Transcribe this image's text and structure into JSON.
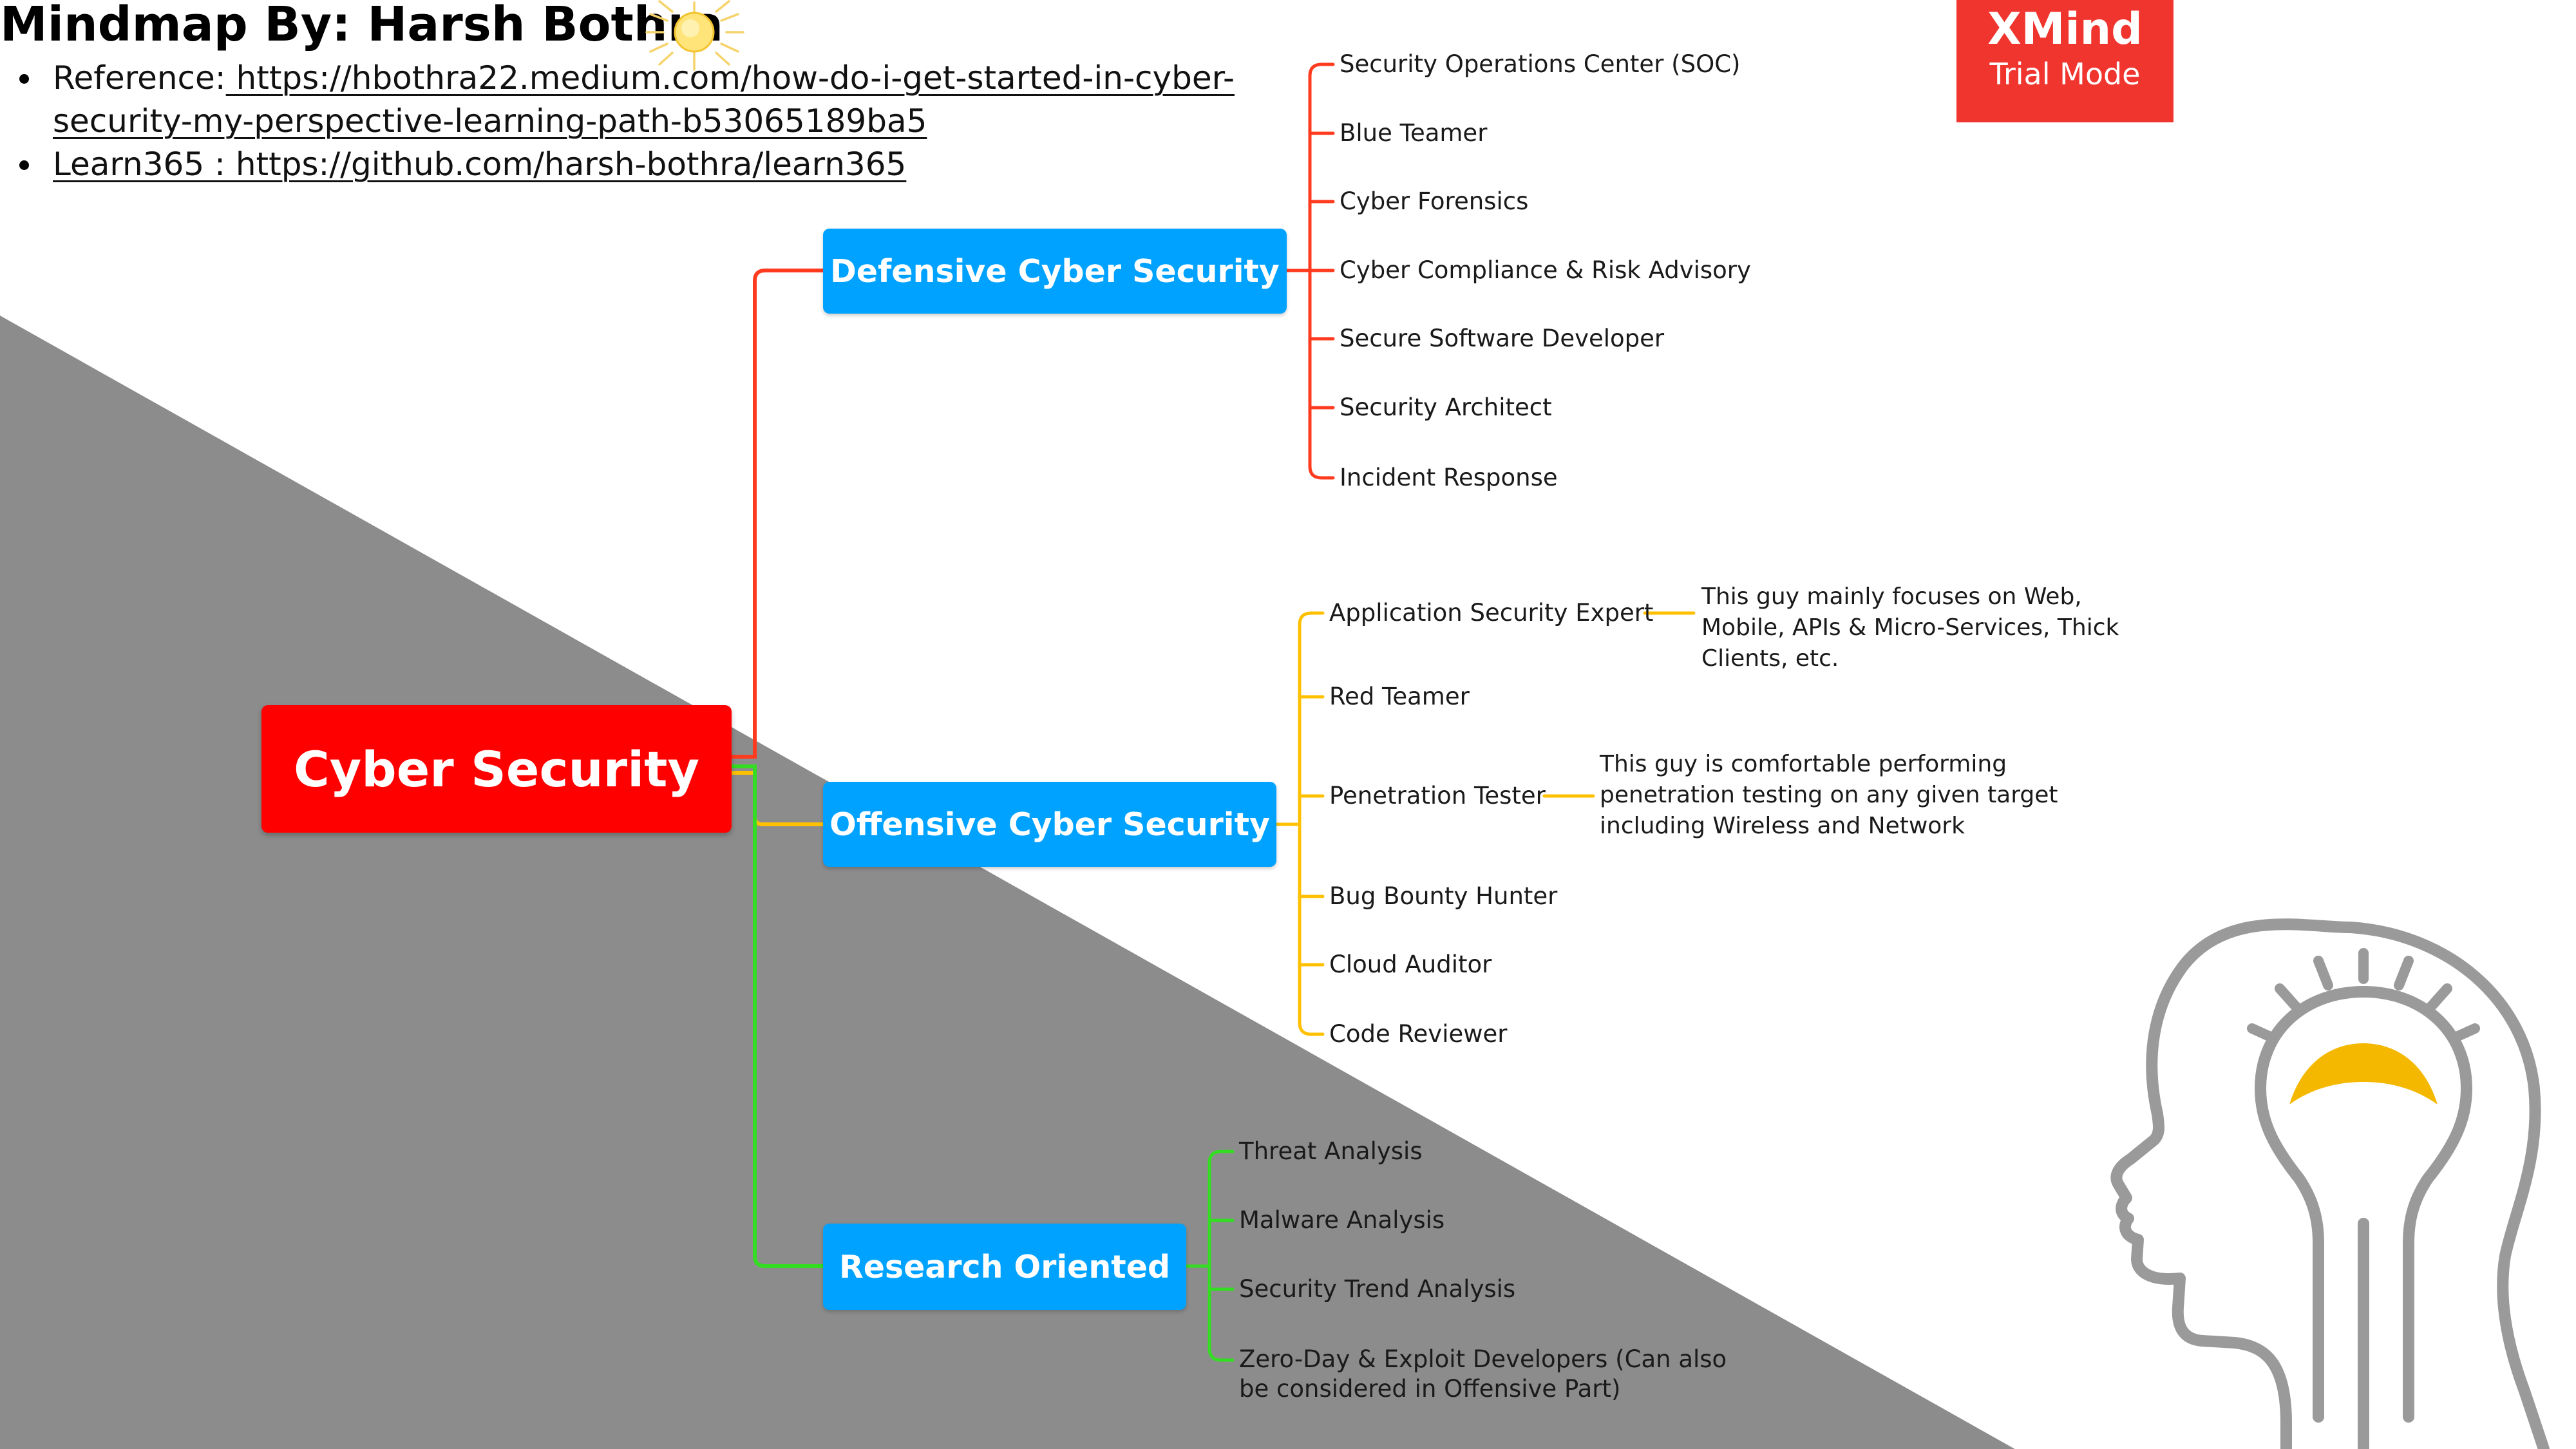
{
  "header": {
    "title": "Mindmap By: Harsh Bothra",
    "references": [
      {
        "label": "Reference:",
        "link": " https://hbothra22.medium.com/how-do-i-get-started-in-cyber-security-my-perspective-learning-path-b53065189ba5"
      },
      {
        "label": "",
        "link": "Learn365 : https://github.com/harsh-bothra/learn365"
      }
    ]
  },
  "watermark": {
    "brand": "XMind",
    "mode": "Trial Mode",
    "color": "#f0352f"
  },
  "mindmap": {
    "root": "Cyber Security",
    "branches": [
      {
        "label": "Defensive Cyber Security",
        "color": "#ff3b1f",
        "leaves": [
          "Security Operations Center (SOC)",
          "Blue Teamer",
          "Cyber Forensics",
          "Cyber Compliance & Risk Advisory",
          "Secure Software Developer",
          "Security Architect",
          "Incident Response"
        ]
      },
      {
        "label": "Offensive Cyber Security",
        "color": "#ffc000",
        "leaves": [
          "Application Security Expert",
          "Red Teamer",
          "Penetration Tester",
          "Bug Bounty Hunter",
          "Cloud Auditor",
          "Code Reviewer"
        ],
        "notes": {
          "Application Security Expert": "This guy mainly focuses on Web, Mobile, APIs & Micro-Services, Thick Clients, etc.",
          "Penetration Tester": "This guy is comfortable performing penetration testing on any given target including Wireless and Network"
        }
      },
      {
        "label": "Research Oriented",
        "color": "#33dd22",
        "leaves": [
          "Threat Analysis",
          "Malware Analysis",
          "Security Trend Analysis",
          "Zero-Day & Exploit Developers (Can also be considered in Offensive Part)"
        ]
      }
    ]
  },
  "colors": {
    "root": "#ff0000",
    "branch_node": "#00a2ff",
    "background_shape": "#8c8c8c",
    "icon_grey": "#9a9a9a",
    "bulb_yellow": "#f5b800"
  },
  "icons": [
    "sun-icon",
    "head-lightbulb-icon"
  ]
}
